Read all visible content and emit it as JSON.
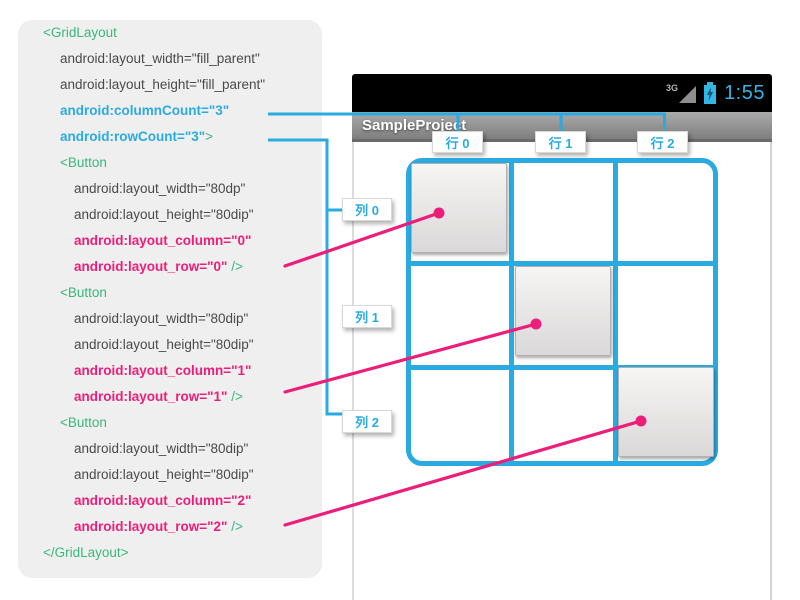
{
  "code": {
    "lines": [
      {
        "t": "<GridLayout",
        "s": ""
      },
      {
        "t": "android:layout_width=\"fill_parent\"",
        "s": ""
      },
      {
        "t": "android:layout_height=\"fill_parent\"",
        "s": ""
      },
      {
        "t": "android:columnCount=\"3\"",
        "s": ""
      },
      {
        "t": "android:rowCount=\"3\"",
        "s": ">"
      },
      {
        "t": "<Button",
        "s": ""
      },
      {
        "t": "android:layout_width=\"80dp\"",
        "s": ""
      },
      {
        "t": "android:layout_height=\"80dip\"",
        "s": ""
      },
      {
        "t": "android:layout_column=\"0\"",
        "s": ""
      },
      {
        "t": "android:layout_row=\"0\"",
        "s": " />"
      },
      {
        "t": "<Button",
        "s": ""
      },
      {
        "t": "android:layout_width=\"80dip\"",
        "s": ""
      },
      {
        "t": "android:layout_height=\"80dip\"",
        "s": ""
      },
      {
        "t": "android:layout_column=\"1\"",
        "s": ""
      },
      {
        "t": "android:layout_row=\"1\"",
        "s": " />"
      },
      {
        "t": "<Button",
        "s": ""
      },
      {
        "t": "android:layout_width=\"80dip\"",
        "s": ""
      },
      {
        "t": "android:layout_height=\"80dip\"",
        "s": ""
      },
      {
        "t": "android:layout_column=\"2\"",
        "s": ""
      },
      {
        "t": "android:layout_row=\"2\"",
        "s": " />"
      },
      {
        "t": "</GridLayout>",
        "s": ""
      }
    ]
  },
  "phone": {
    "status": {
      "network": "3G",
      "time": "1:55"
    },
    "title": "SampleProject"
  },
  "labels": {
    "top": [
      "行 0",
      "行 1",
      "行 2"
    ],
    "left": [
      "列 0",
      "列 1",
      "列 2"
    ]
  },
  "grid": {
    "rows": 3,
    "columns": 3,
    "buttons": [
      {
        "row": 0,
        "column": 0
      },
      {
        "row": 1,
        "column": 1
      },
      {
        "row": 2,
        "column": 2
      }
    ]
  },
  "colors": {
    "accent_cyan": "#29abe2",
    "accent_pink": "#ed1e79",
    "code_green": "#3ab77c",
    "code_gray": "#4a4a4a",
    "holo_blue": "#33b5e5",
    "panel_bg": "#efefef"
  }
}
